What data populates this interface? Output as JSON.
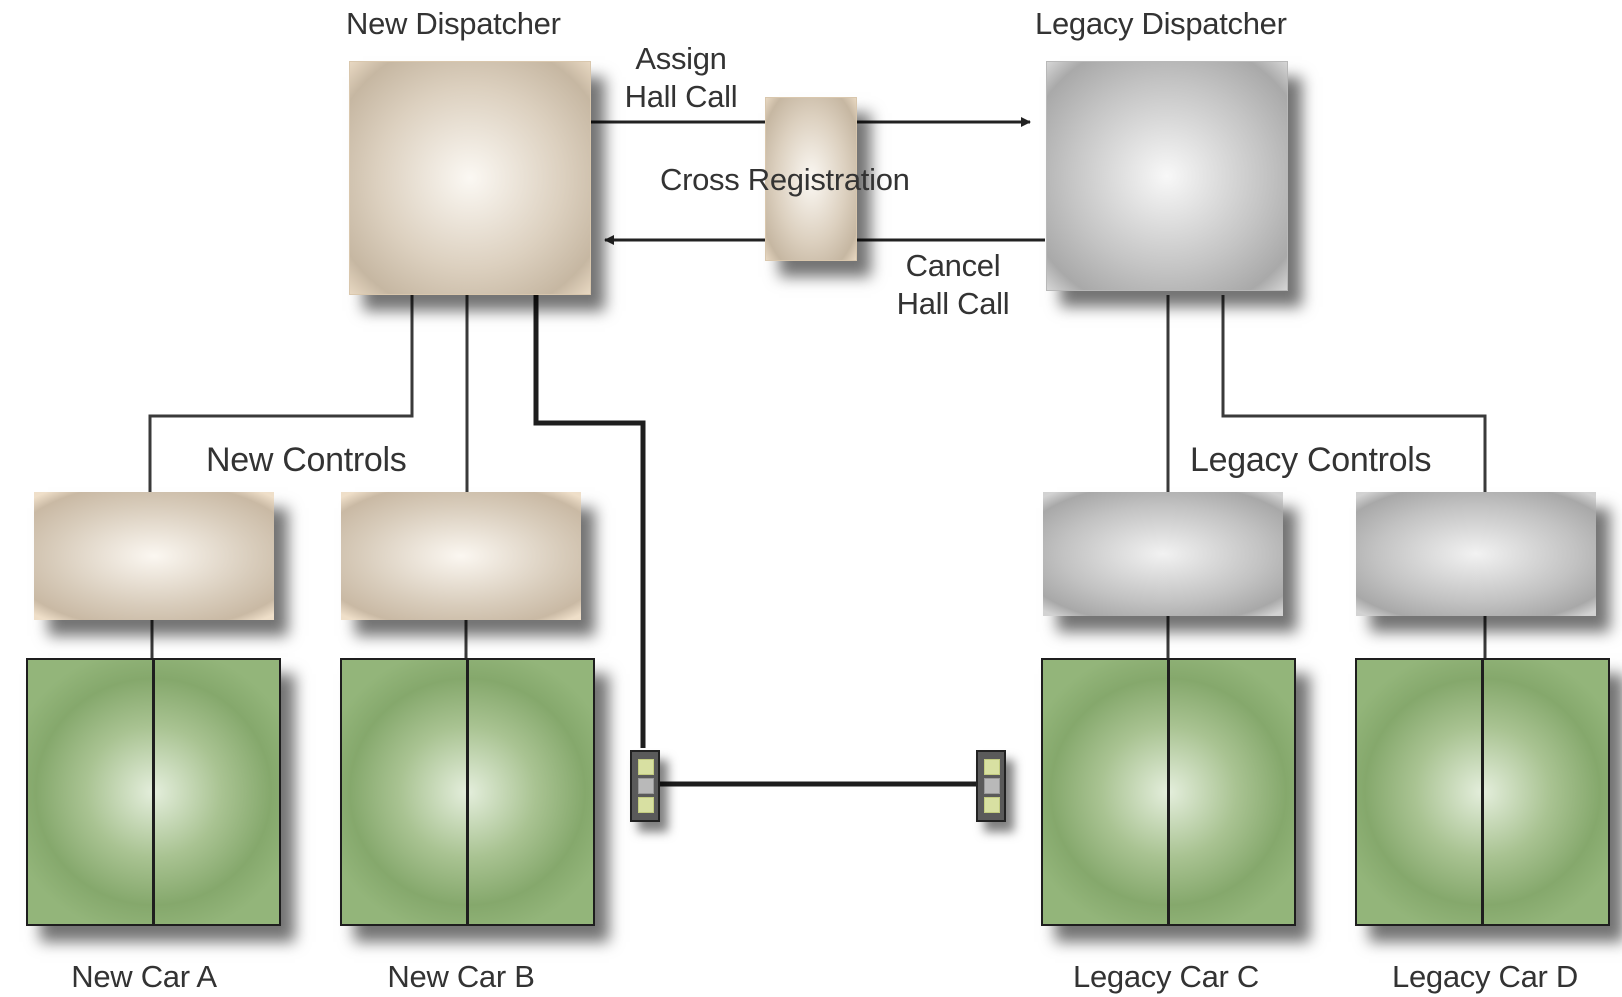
{
  "dispatchers": {
    "new": {
      "label": "New Dispatcher"
    },
    "legacy": {
      "label": "Legacy Dispatcher"
    }
  },
  "messages": {
    "assign": "Assign\nHall Call",
    "cross_registration": "Cross Registration",
    "cancel": "Cancel\nHall Call"
  },
  "control_groups": {
    "new": "New Controls",
    "legacy": "Legacy Controls"
  },
  "cars": [
    {
      "label": "New Car A"
    },
    {
      "label": "New Car B"
    },
    {
      "label": "Legacy Car C"
    },
    {
      "label": "Legacy Car D"
    }
  ],
  "colors": {
    "new_equipment": "#d8cab6",
    "legacy_equipment": "#b4b4b4",
    "car": "#95b47c",
    "lines": "#222222"
  }
}
